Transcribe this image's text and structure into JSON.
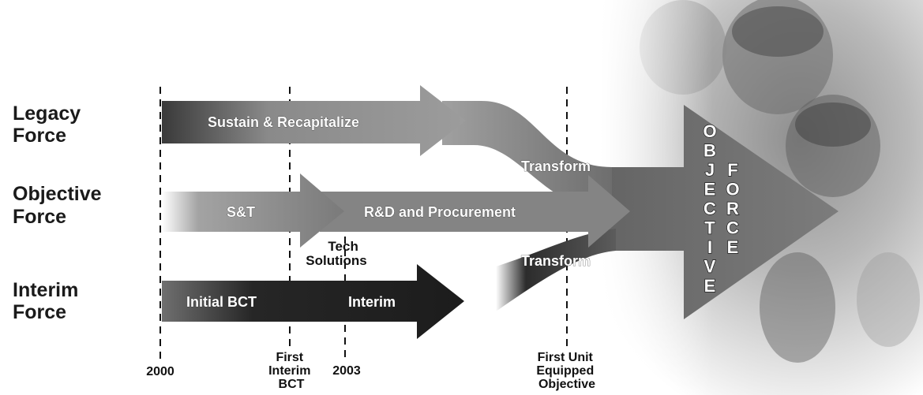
{
  "rows": {
    "legacy": [
      "Legacy",
      "Force"
    ],
    "objective": [
      "Objective",
      "Force"
    ],
    "interim": [
      "Interim",
      "Force"
    ]
  },
  "arrows": {
    "sustain": "Sustain & Recapitalize",
    "st": "S&T",
    "rd": "R&D and Procurement",
    "initial_bct": "Initial BCT",
    "interim": "Interim",
    "transform_upper": "Transform",
    "transform_lower": "Transform"
  },
  "notes": {
    "tech_solutions": [
      "Tech",
      "Solutions"
    ]
  },
  "timeline": {
    "t2000": "2000",
    "first_interim_bct": [
      "First",
      "Interim",
      "BCT"
    ],
    "t2003": "2003",
    "first_unit": [
      "First Unit",
      "Equipped",
      "Objective"
    ]
  },
  "objective_force": {
    "objective_letters": [
      "O",
      "B",
      "J",
      "E",
      "C",
      "T",
      "I",
      "V",
      "E"
    ],
    "force_letters": [
      "F",
      "O",
      "R",
      "C",
      "E"
    ]
  }
}
